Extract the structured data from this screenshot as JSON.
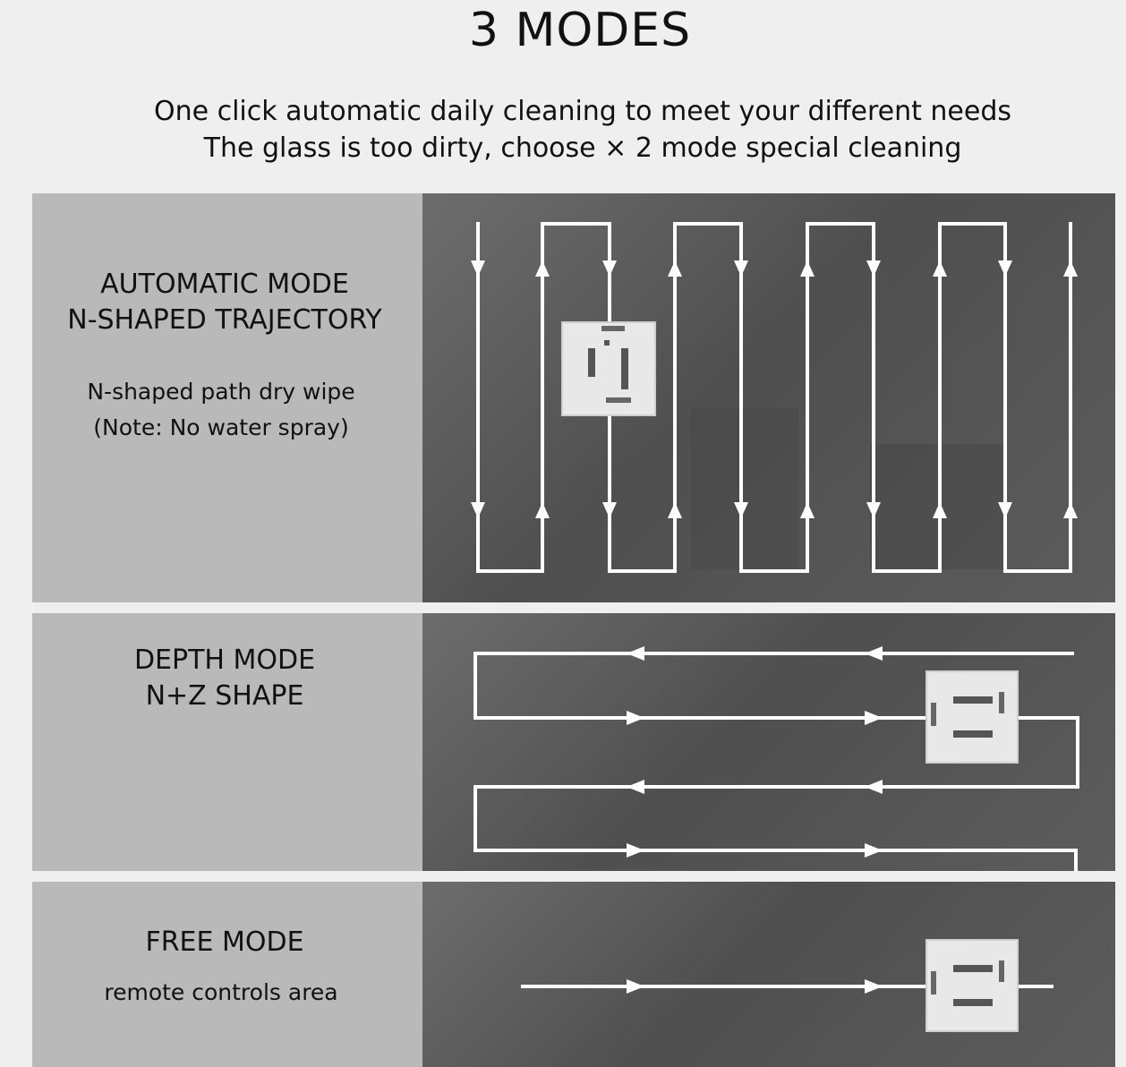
{
  "header": {
    "title": "3 MODES",
    "subtitle_line1": "One click automatic daily cleaning to meet your different needs",
    "subtitle_line2": "The glass is too dirty, choose × 2 mode special cleaning"
  },
  "modes": [
    {
      "name_line1": "AUTOMATIC MODE",
      "name_line2": "N-SHAPED TRAJECTORY",
      "desc_line1": "N-shaped path dry wipe",
      "desc_line2": "(Note: No water spray)"
    },
    {
      "name_line1": "DEPTH MODE",
      "name_line2": "N+Z SHAPE"
    },
    {
      "name_line1": "FREE MODE",
      "desc_line1": "remote controls area"
    }
  ],
  "colors": {
    "page_background": "#efefef",
    "label_panel": "#b9b9b9",
    "photo_dark": "#555555",
    "path_line": "#ffffff"
  },
  "icons": [
    "window-cleaning-robot-icon",
    "arrow-icon"
  ]
}
